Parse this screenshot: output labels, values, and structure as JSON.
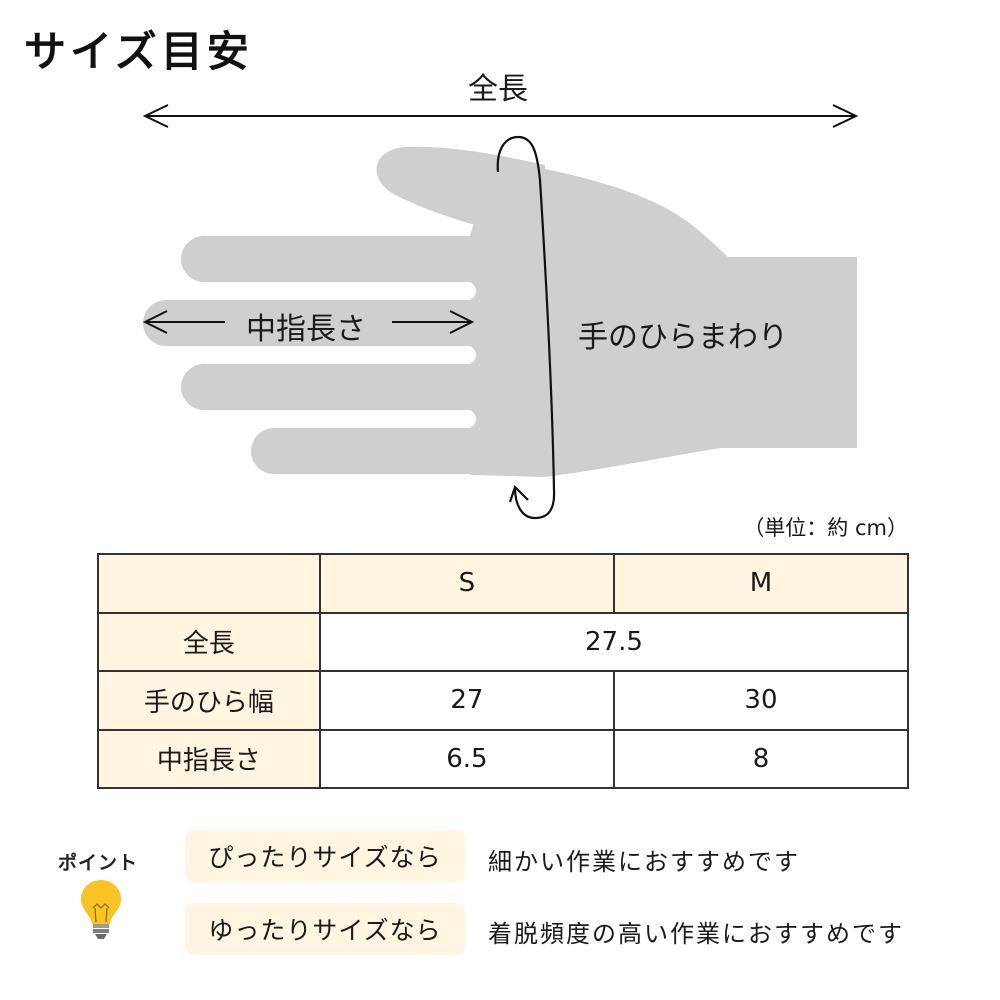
{
  "title": "サイズ目安",
  "diagram": {
    "labels": {
      "total_length": "全長",
      "middle_finger_length": "中指長さ",
      "palm_circumference": "手のひらまわり"
    },
    "colors": {
      "hand_fill": "#cfcfcf",
      "arrow_stroke": "#111111"
    }
  },
  "table": {
    "unit_note": "（単位：約 cm）",
    "columns": [
      "",
      "S",
      "M"
    ],
    "rows": [
      {
        "label": "全長",
        "merged": true,
        "value": "27.5"
      },
      {
        "label": "手のひら幅",
        "s": "27",
        "m": "30"
      },
      {
        "label": "中指長さ",
        "s": "6.5",
        "m": "8"
      }
    ],
    "colors": {
      "header_fill": "#fff5e1",
      "border": "#333333"
    }
  },
  "points": {
    "label": "ポイント",
    "icon": "lightbulb-icon",
    "items": [
      {
        "tag": "ぴったりサイズなら",
        "text": "細かい作業におすすめです"
      },
      {
        "tag": "ゆったりサイズなら",
        "text": "着脱頻度の高い作業におすすめです"
      }
    ],
    "colors": {
      "tag_fill": "#fff5e1",
      "bulb": "#f7c325"
    }
  }
}
